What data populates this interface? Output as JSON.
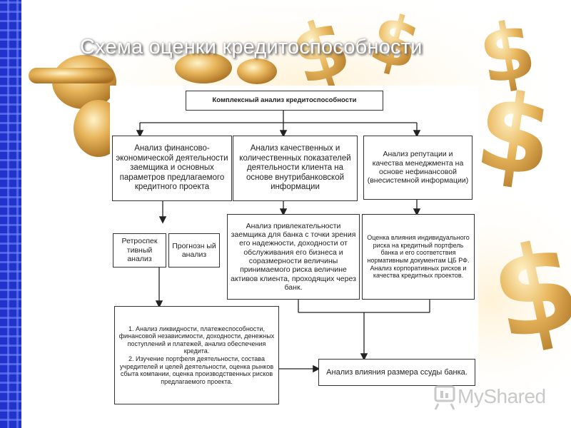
{
  "slide": {
    "title": "Схема оценки кредитоспособности"
  },
  "diagram": {
    "root": "Комплексный анализ кредитоспособности",
    "col1_analysis": "Анализ финансово-экономической деятельности заемщика и основных параметров предлагаемого кредитного проекта",
    "col2_analysis": "Анализ качественных и количественных показателей деятельности клиента на основе внутрибанковской информации",
    "col3_analysis": "Анализ репутации и качества менеджмента на основе нефинансовой (внесистемной информации)",
    "retro": "Ретроспек тивный анализ",
    "forecast": "Прогнозн ый анализ",
    "attractiveness": "Анализ привлекательности заемщика для банка с точки зрения его надежности, доходности от обслуживания его бизнеса и соразмерности величины принимаемого риска величине активов клиента, проходящих через банк.",
    "risk_impact": "Оценка влияния индивидуального риска на кредитный портфель банка и его соответствия нормативным документам ЦБ РФ. Анализ корпоративных рисков и качества кредитных проектов.",
    "detailed_list": "1. Анализ ликвидности, платежеспособности, финансовой независимости, доходности, денежных поступлений и платежей, анализ обеспечения кредита.\n2. Изучение портфеля деятельности, состава учредителей и целей деятельности, оценка рынков сбыта компании, оценка производственных рисков предлагаемого проекта.",
    "loan_size": "Анализ влияния размера ссуды банка."
  },
  "watermark": {
    "text": "MyShared"
  },
  "colors": {
    "side_strip": "#2233cc",
    "gold": "#d9a441"
  }
}
